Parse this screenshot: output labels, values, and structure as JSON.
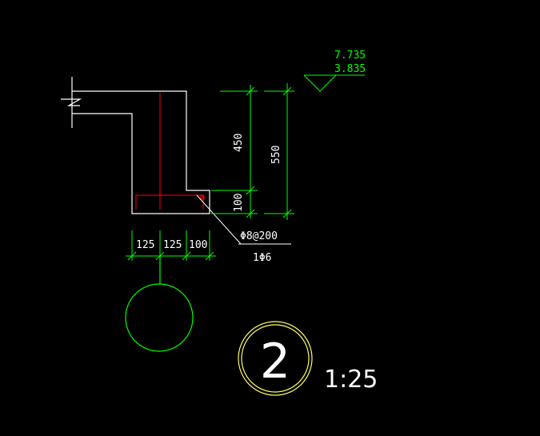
{
  "elevation": {
    "top": "7.735",
    "bottom": "3.835"
  },
  "dimensions": {
    "vertical_upper": "450",
    "vertical_lower": "100",
    "vertical_total": "550",
    "horizontal": [
      "125",
      "125",
      "100"
    ]
  },
  "rebar": {
    "stirrup": "Φ8@200",
    "longitudinal": "1Φ6"
  },
  "detail": {
    "number": "2",
    "scale": "1:25"
  },
  "colors": {
    "background": "#000000",
    "outline": "#ffffff",
    "dimension": "#00ff00",
    "rebar": "#ff0000",
    "detail_circle": "#ffff66",
    "text": "#ffffff"
  }
}
